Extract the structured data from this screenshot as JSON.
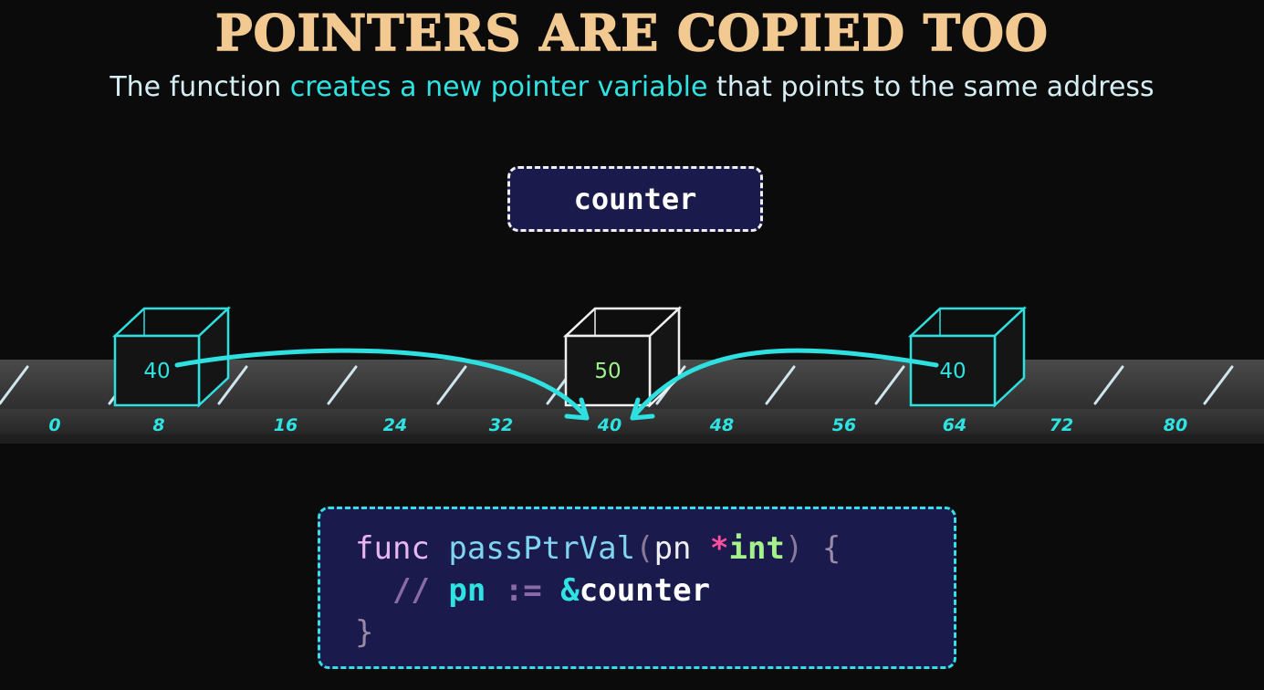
{
  "title": "POINTERS ARE COPIED TOO",
  "subtitle": {
    "part1": "The function ",
    "highlight": "creates a new pointer variable",
    "part2": " that points to the same address"
  },
  "variable_label": "counter",
  "memory": {
    "addresses": [
      "0",
      "8",
      "16",
      "24",
      "32",
      "40",
      "48",
      "56",
      "64",
      "72",
      "80"
    ],
    "boxes": [
      {
        "value": "40",
        "address": 8,
        "color": "#2ee0e0",
        "text_color": "#2fe3e3"
      },
      {
        "value": "50",
        "address": 40,
        "color": "#f0f0f0",
        "text_color": "#9ef28a"
      },
      {
        "value": "40",
        "address": 64,
        "color": "#2ee0e0",
        "text_color": "#2fe3e3"
      }
    ],
    "arrows": [
      {
        "from_box": 0,
        "to_address": 40
      },
      {
        "from_box": 2,
        "to_address": 40
      }
    ]
  },
  "code": {
    "line1": {
      "kw": "func",
      "name": "passPtrVal",
      "open": "(",
      "param": "pn",
      "star": "*",
      "type": "int",
      "close": ")",
      "brace": "{"
    },
    "line2": {
      "comment": "//",
      "var": "pn",
      "op": ":=",
      "amp": "&",
      "ref": "counter"
    },
    "line3": {
      "brace": "}"
    }
  },
  "colors": {
    "background": "#0c0b0b",
    "title": "#f2c990",
    "accent": "#2fe3e3",
    "panel": "#1b1a4c"
  }
}
